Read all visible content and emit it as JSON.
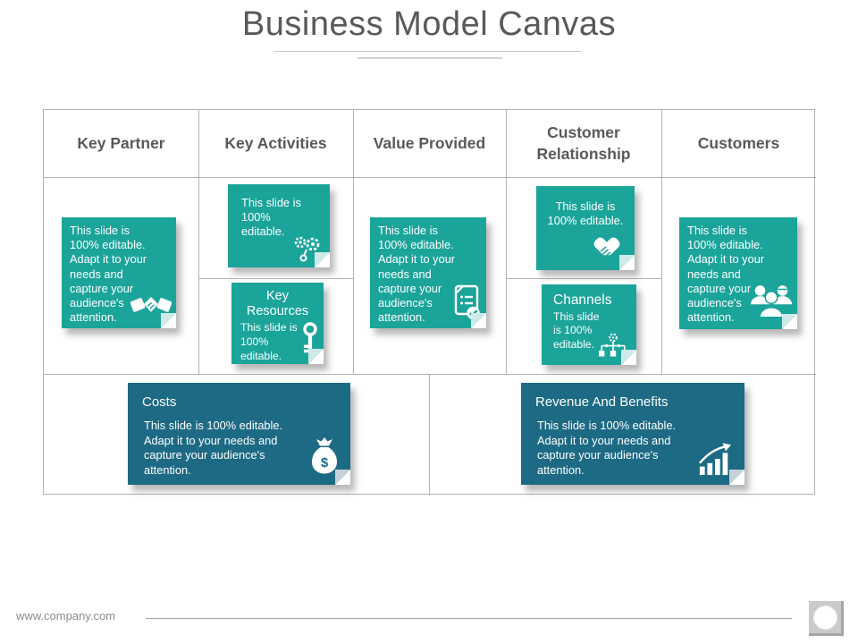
{
  "slide": {
    "title": "Business Model Canvas",
    "footer": {
      "website": "www.company.com",
      "logo_icon": "circle-in-square"
    },
    "theme": {
      "note_teal": "#1BA49A",
      "note_dark_teal": "#1D6A84",
      "title_color": "#58595B",
      "border_gray": "#B2B2B2",
      "note_text": "#FFFFFF"
    }
  },
  "canvas": {
    "headers": [
      "Key Partner",
      "Key Activities",
      "Value Provided",
      "Customer Relationship",
      "Customers"
    ],
    "notes": {
      "key_partner": {
        "icon": "handshake",
        "body": "This slide is\n100% editable.\nAdapt it to your\nneeds and\ncapture your\naudience's\nattention."
      },
      "key_activities": {
        "icon": "gears",
        "body": "This slide is\n100%\neditable."
      },
      "key_resources": {
        "icon": "key",
        "heading": "Key Resources",
        "body": "This slide is\n100%\neditable."
      },
      "value_provided": {
        "icon": "document-check",
        "body": "This slide is\n100% editable.\nAdapt it to your\nneeds and\ncapture your\naudience's\nattention."
      },
      "customer_relationship": {
        "icon": "heart-handshake",
        "body": "This slide is\n100% editable."
      },
      "channels": {
        "icon": "network",
        "heading": "Channels",
        "body": "This slide\nis 100%\neditable."
      },
      "customers": {
        "icon": "people-group",
        "body": "This slide is\n100% editable.\nAdapt it to your\nneeds and\ncapture your\naudience's\nattention."
      },
      "costs": {
        "icon": "money-bag",
        "heading": "Costs",
        "body": "This slide is 100% editable.\nAdapt it to your needs and\ncapture your audience's\nattention."
      },
      "revenue": {
        "icon": "growth-chart",
        "heading": "Revenue And Benefits",
        "body": "This slide is 100% editable.\nAdapt it to your needs and\ncapture your audience's\nattention."
      }
    }
  }
}
